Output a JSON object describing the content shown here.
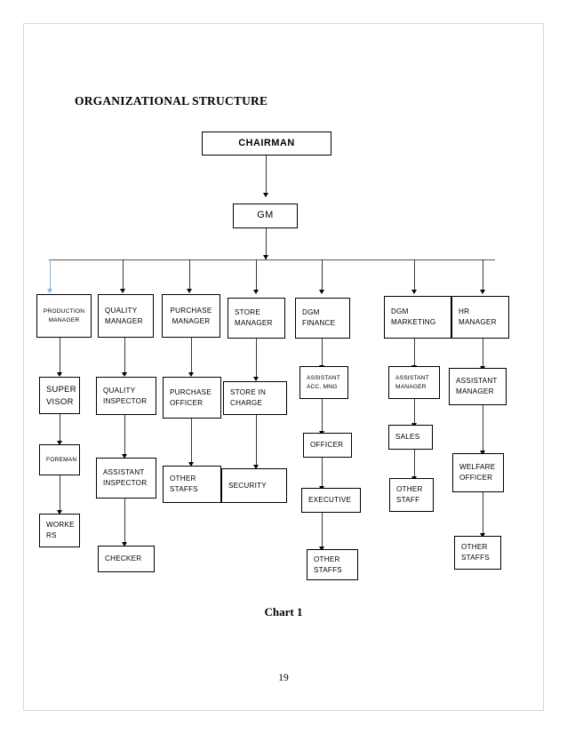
{
  "document": {
    "title": "ORGANIZATIONAL STRUCTURE",
    "caption": "Chart 1",
    "page_number": "19"
  },
  "colors": {
    "box_border": "#000000",
    "connector": "#3a3a3a",
    "distribution_bar": "#595959",
    "highlight_connector": "#8fb4d9",
    "page_border": "#d9d9d9",
    "background": "#ffffff"
  },
  "chart_data": {
    "type": "diagram",
    "title": "ORGANIZATIONAL STRUCTURE",
    "caption": "Chart 1",
    "root": "CHAIRMAN",
    "nodes": [
      {
        "id": "chairman",
        "label": "CHAIRMAN",
        "level": 0
      },
      {
        "id": "gm",
        "label": "GM",
        "level": 1
      },
      {
        "id": "production_manager",
        "label": "PRODUCTION\nMANAGER",
        "level": 2
      },
      {
        "id": "quality_manager",
        "label": "QUALITY\nMANAGER",
        "level": 2
      },
      {
        "id": "purchase_manager",
        "label": "PURCHASE\nMANAGER",
        "level": 2
      },
      {
        "id": "store_manager",
        "label": "STORE\nMANAGER",
        "level": 2
      },
      {
        "id": "dgm_finance",
        "label": "DGM\nFINANCE",
        "level": 2
      },
      {
        "id": "dgm_marketing",
        "label": "DGM\nMARKETING",
        "level": 2
      },
      {
        "id": "hr_manager",
        "label": "HR\nMANAGER",
        "level": 2
      },
      {
        "id": "supervisor",
        "label": "SUPER\nVISOR",
        "level": 3
      },
      {
        "id": "quality_inspector",
        "label": "QUALITY\nINSPECTOR",
        "level": 3
      },
      {
        "id": "purchase_officer",
        "label": "PURCHASE\nOFFICER",
        "level": 3
      },
      {
        "id": "store_in_charge",
        "label": "STORE IN\nCHARGE",
        "level": 3
      },
      {
        "id": "assistant_acc_mng",
        "label": "ASSISTANT\nACC. MNG",
        "level": 3
      },
      {
        "id": "assistant_manager_mk",
        "label": "ASSISTANT\nMANAGER",
        "level": 3
      },
      {
        "id": "assistant_manager_hr",
        "label": "ASSISTANT\nMANAGER",
        "level": 3
      },
      {
        "id": "foreman",
        "label": "FOREMAN",
        "level": 4
      },
      {
        "id": "assistant_inspector",
        "label": "ASSISTANT\nINSPECTOR",
        "level": 4
      },
      {
        "id": "other_staffs_purch",
        "label": "OTHER\nSTAFFS",
        "level": 4
      },
      {
        "id": "security",
        "label": "SECURITY",
        "level": 4
      },
      {
        "id": "officer",
        "label": "OFFICER",
        "level": 4
      },
      {
        "id": "sales",
        "label": "SALES",
        "level": 4
      },
      {
        "id": "welfare_officer",
        "label": "WELFARE\nOFFICER",
        "level": 4
      },
      {
        "id": "workers",
        "label": "WORKE\nRS",
        "level": 5
      },
      {
        "id": "checker",
        "label": "CHECKER",
        "level": 5
      },
      {
        "id": "executive",
        "label": "EXECUTIVE",
        "level": 5
      },
      {
        "id": "other_staff_mk",
        "label": "OTHER\nSTAFF",
        "level": 5
      },
      {
        "id": "other_staffs_hr",
        "label": "OTHER\nSTAFFS",
        "level": 5
      },
      {
        "id": "other_staffs_fin",
        "label": "OTHER\nSTAFFS",
        "level": 6
      }
    ],
    "edges": [
      {
        "from": "chairman",
        "to": "gm"
      },
      {
        "from": "gm",
        "to": "production_manager",
        "highlighted": true
      },
      {
        "from": "gm",
        "to": "quality_manager"
      },
      {
        "from": "gm",
        "to": "purchase_manager"
      },
      {
        "from": "gm",
        "to": "store_manager"
      },
      {
        "from": "gm",
        "to": "dgm_finance"
      },
      {
        "from": "gm",
        "to": "dgm_marketing"
      },
      {
        "from": "gm",
        "to": "hr_manager"
      },
      {
        "from": "production_manager",
        "to": "supervisor"
      },
      {
        "from": "supervisor",
        "to": "foreman"
      },
      {
        "from": "foreman",
        "to": "workers"
      },
      {
        "from": "quality_manager",
        "to": "quality_inspector"
      },
      {
        "from": "quality_inspector",
        "to": "assistant_inspector"
      },
      {
        "from": "assistant_inspector",
        "to": "checker"
      },
      {
        "from": "purchase_manager",
        "to": "purchase_officer"
      },
      {
        "from": "purchase_officer",
        "to": "other_staffs_purch"
      },
      {
        "from": "store_manager",
        "to": "store_in_charge"
      },
      {
        "from": "store_in_charge",
        "to": "security"
      },
      {
        "from": "dgm_finance",
        "to": "assistant_acc_mng"
      },
      {
        "from": "assistant_acc_mng",
        "to": "officer"
      },
      {
        "from": "officer",
        "to": "executive"
      },
      {
        "from": "executive",
        "to": "other_staffs_fin"
      },
      {
        "from": "dgm_marketing",
        "to": "assistant_manager_mk"
      },
      {
        "from": "assistant_manager_mk",
        "to": "sales"
      },
      {
        "from": "sales",
        "to": "other_staff_mk"
      },
      {
        "from": "hr_manager",
        "to": "assistant_manager_hr"
      },
      {
        "from": "assistant_manager_hr",
        "to": "welfare_officer"
      },
      {
        "from": "welfare_officer",
        "to": "other_staffs_hr"
      }
    ]
  }
}
